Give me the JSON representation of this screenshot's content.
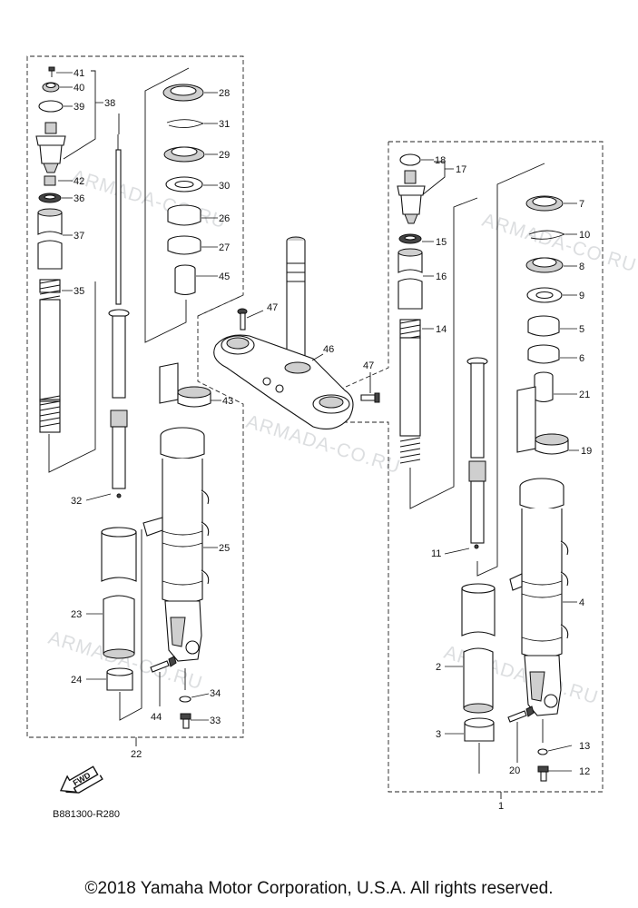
{
  "callouts": {
    "c1": "1",
    "c2": "2",
    "c3": "3",
    "c4": "4",
    "c5": "5",
    "c6": "6",
    "c7": "7",
    "c8": "8",
    "c9": "9",
    "c10": "10",
    "c11": "11",
    "c12": "12",
    "c13": "13",
    "c14": "14",
    "c15": "15",
    "c16": "16",
    "c17": "17",
    "c18": "18",
    "c19": "19",
    "c20": "20",
    "c21": "21",
    "c22": "22",
    "c23": "23",
    "c24": "24",
    "c25": "25",
    "c26": "26",
    "c27": "27",
    "c28": "28",
    "c29": "29",
    "c30": "30",
    "c31": "31",
    "c32": "32",
    "c33": "33",
    "c34": "34",
    "c35": "35",
    "c36": "36",
    "c37": "37",
    "c38": "38",
    "c39": "39",
    "c40": "40",
    "c41": "41",
    "c42": "42",
    "c43": "43",
    "c44": "44",
    "c45": "45",
    "c46": "46",
    "c47a": "47",
    "c47b": "47"
  },
  "watermark": "ARMADA-CO.RU",
  "fwd_label": "FWD",
  "diagram_code": "B881300-R280",
  "copyright": "©2018 Yamaha Motor Corporation, U.S.A. All rights reserved."
}
